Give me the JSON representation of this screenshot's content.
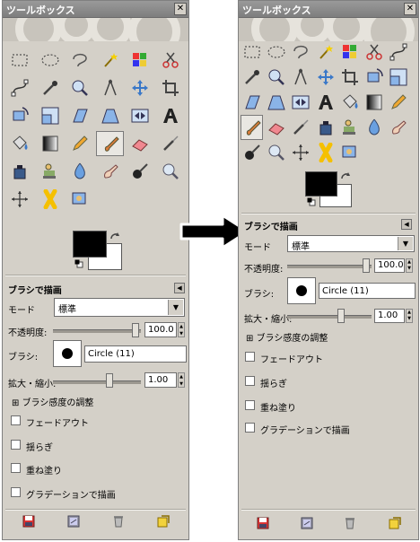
{
  "window": {
    "title": "ツールボックス"
  },
  "close_glyph": "✕",
  "tools": [
    {
      "name": "rect-select-icon"
    },
    {
      "name": "ellipse-select-icon"
    },
    {
      "name": "lasso-select-icon"
    },
    {
      "name": "fuzzy-select-icon"
    },
    {
      "name": "color-select-icon"
    },
    {
      "name": "scissors-icon"
    },
    {
      "name": "paths-icon"
    },
    {
      "name": "color-picker-icon"
    },
    {
      "name": "zoom-icon"
    },
    {
      "name": "measure-icon"
    },
    {
      "name": "move-icon"
    },
    {
      "name": "crop-icon"
    },
    {
      "name": "rotate-icon"
    },
    {
      "name": "scale-icon"
    },
    {
      "name": "shear-icon"
    },
    {
      "name": "perspective-icon"
    },
    {
      "name": "flip-icon"
    },
    {
      "name": "text-icon"
    },
    {
      "name": "bucket-fill-icon"
    },
    {
      "name": "blend-icon"
    },
    {
      "name": "pencil-icon"
    },
    {
      "name": "paintbrush-icon"
    },
    {
      "name": "eraser-icon"
    },
    {
      "name": "airbrush-icon"
    },
    {
      "name": "ink-icon"
    },
    {
      "name": "clone-icon"
    },
    {
      "name": "blur-icon"
    },
    {
      "name": "smudge-icon"
    },
    {
      "name": "dodge-burn-icon"
    },
    {
      "name": "magnify-icon"
    },
    {
      "name": "align-icon"
    },
    {
      "name": "heal-icon"
    },
    {
      "name": "perspective-clone-icon"
    }
  ],
  "options": {
    "title": "ブラシで描画",
    "mode_label": "モード",
    "mode_value": "標準",
    "opacity_label": "不透明度:",
    "opacity_value": "100.0",
    "opacity_fraction": 1.0,
    "brush_label": "ブラシ:",
    "brush_name": "Circle (11)",
    "scale_label": "拡大・縮小:",
    "scale_value": "1.00",
    "pressure_label": "ブラシ感度の調整",
    "checkboxes": [
      "フェードアウト",
      "揺らぎ",
      "重ね塗り",
      "グラデーションで描画"
    ]
  },
  "colors": {
    "foreground": "#000000",
    "background": "#ffffff"
  },
  "footer_icons": [
    "save-options-icon",
    "restore-options-icon",
    "delete-options-icon",
    "reset-options-icon"
  ]
}
